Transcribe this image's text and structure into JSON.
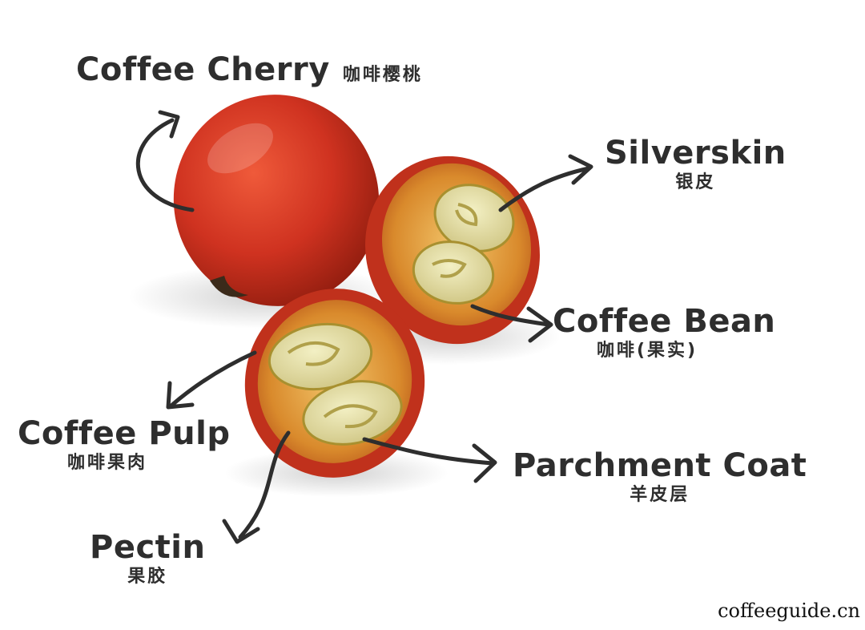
{
  "labels": {
    "cherry": {
      "en": "Coffee Cherry",
      "zh": "咖啡樱桃"
    },
    "silverskin": {
      "en": "Silverskin",
      "zh": "银皮"
    },
    "bean": {
      "en": "Coffee Bean",
      "zh": "咖啡(果实)"
    },
    "pulp": {
      "en": "Coffee Pulp",
      "zh": "咖啡果肉"
    },
    "parchment": {
      "en": "Parchment Coat",
      "zh": "羊皮层"
    },
    "pectin": {
      "en": "Pectin",
      "zh": "果胶"
    }
  },
  "watermark": "coffeeguide.cn",
  "colors": {
    "cherry_skin": "#c72b1a",
    "cherry_dark": "#8e1c0e",
    "pulp": "#e0a23a",
    "bean": "#e6e1a6",
    "ink": "#2e2e2e"
  }
}
